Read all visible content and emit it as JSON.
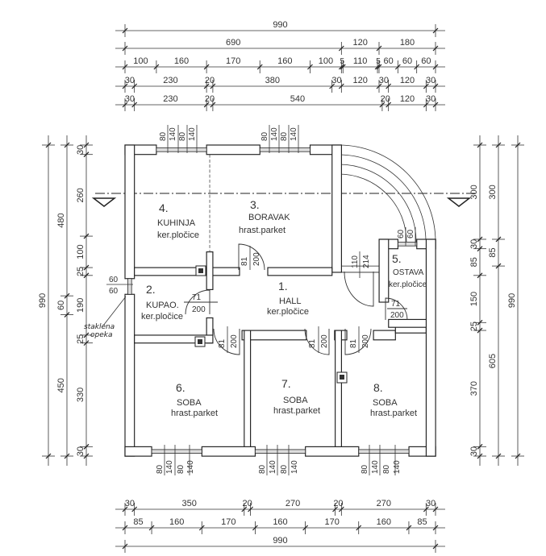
{
  "dimensions": {
    "top": [
      [
        990
      ],
      [
        690,
        120,
        180
      ],
      [
        100,
        160,
        170,
        160,
        100,
        5,
        110,
        5,
        60,
        60,
        60
      ],
      [
        30,
        230,
        20,
        380,
        30,
        120,
        30,
        120,
        30
      ],
      [
        30,
        230,
        20,
        540,
        20,
        120,
        30
      ]
    ],
    "bottom": [
      [
        30,
        350,
        20,
        270,
        20,
        270,
        30
      ],
      [
        85,
        160,
        170,
        160,
        170,
        160,
        85
      ],
      [
        990
      ]
    ],
    "left": [
      [
        990
      ],
      [
        480,
        60,
        450
      ],
      [
        30,
        260,
        100,
        25,
        190,
        25,
        330,
        30
      ]
    ],
    "right": [
      [
        300,
        30,
        85,
        150,
        25,
        370,
        30
      ],
      [
        300,
        85,
        605
      ],
      [
        990
      ]
    ]
  },
  "rooms": [
    {
      "number": "1.",
      "name": "HALL",
      "floor": "ker.pločice"
    },
    {
      "number": "2.",
      "name": "KUPAO.",
      "floor": "ker.pločice"
    },
    {
      "number": "3.",
      "name": "BORAVAK",
      "floor": "hrast.parket"
    },
    {
      "number": "4.",
      "name": "KUHINJA",
      "floor": "ker.pločice"
    },
    {
      "number": "5.",
      "name": "OSTAVA",
      "floor": "ker.pločice"
    },
    {
      "number": "6.",
      "name": "SOBA",
      "floor": "hrast.parket"
    },
    {
      "number": "7.",
      "name": "SOBA",
      "floor": "hrast.parket"
    },
    {
      "number": "8.",
      "name": "SOBA",
      "floor": "hrast.parket"
    }
  ],
  "windows": {
    "kuhinja": [
      "80",
      "140",
      "80",
      "140"
    ],
    "boravak": [
      "80",
      "140",
      "80",
      "140"
    ],
    "soba6": [
      "80",
      "140",
      "80",
      "140"
    ],
    "soba7": [
      "80",
      "140",
      "80",
      "140"
    ],
    "soba8": [
      "80",
      "140",
      "80",
      "140"
    ],
    "ostava": [
      "60",
      "60"
    ],
    "kupaona": [
      "60",
      "60"
    ]
  },
  "doors": {
    "boravak": [
      "81",
      "200"
    ],
    "entrance": [
      "110",
      "214"
    ],
    "kupaona": [
      "71",
      "200"
    ],
    "ostava": [
      "71",
      "200"
    ],
    "soba6": [
      "81",
      "200"
    ],
    "soba7": [
      "81",
      "200"
    ],
    "soba8": [
      "81",
      "200"
    ]
  },
  "notes": {
    "glass_block_line1": "staklena",
    "glass_block_line2": "opeka"
  }
}
